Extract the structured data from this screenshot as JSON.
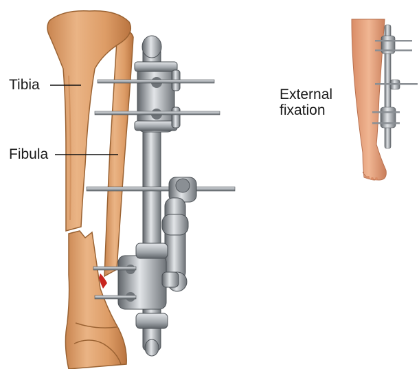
{
  "labels": {
    "tibia": "Tibia",
    "fibula": "Fibula",
    "external_fixation_line1": "External",
    "external_fixation_line2": "fixation"
  },
  "colors": {
    "bone_fill": "#e2a370",
    "bone_shade": "#c98550",
    "bone_outline": "#9a6232",
    "metal_light": "#d4d7da",
    "metal_mid": "#9fa4a9",
    "metal_dark": "#5f6469",
    "skin": "#e8a57f",
    "skin_shade": "#c97d5a",
    "fracture_blood": "#c8251e",
    "leader_line": "#111111"
  }
}
